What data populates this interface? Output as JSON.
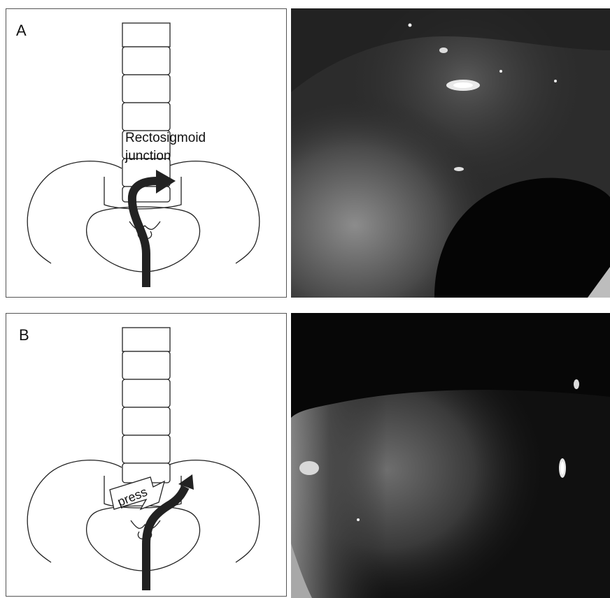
{
  "panel_a": {
    "label": "A",
    "annotation_line1": "Rectosigmoid",
    "annotation_line2": "junction"
  },
  "panel_b": {
    "label": "B",
    "press_label": "press"
  }
}
